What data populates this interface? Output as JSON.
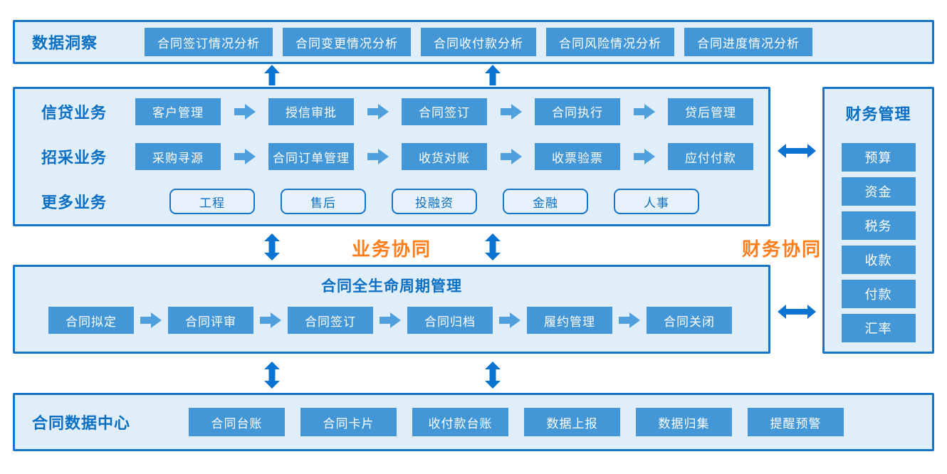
{
  "colors": {
    "section_border_blue": "#1576c9",
    "section_bg_blue": "#e0eefa",
    "button_blue": "#4397d7",
    "title_blue": "#0b6fc4",
    "flow_arrow_blue": "#4fa0dc",
    "connector_arrow_blue": "#0b73d2",
    "collab_orange": "#ff7e1b"
  },
  "insights": {
    "title": "数据洞察",
    "buttons": [
      "合同签订情况分析",
      "合同变更情况分析",
      "合同收付款分析",
      "合同风险情况分析",
      "合同进度情况分析"
    ]
  },
  "business": {
    "rows": [
      {
        "label": "信贷业务",
        "steps": [
          "客户管理",
          "授信审批",
          "合同签订",
          "合同执行",
          "贷后管理"
        ]
      },
      {
        "label": "招采业务",
        "steps": [
          "采购寻源",
          "合同订单管理",
          "收货对账",
          "收票验票",
          "应付付款"
        ]
      },
      {
        "label": "更多业务",
        "tags": [
          "工程",
          "售后",
          "投融资",
          "金融",
          "人事"
        ]
      }
    ]
  },
  "finance": {
    "title": "财务管理",
    "items": [
      "预算",
      "资金",
      "税务",
      "收款",
      "付款",
      "汇率"
    ]
  },
  "collaboration": {
    "business_label": "业务协同",
    "finance_label": "财务协同"
  },
  "lifecycle": {
    "title": "合同全生命周期管理",
    "steps": [
      "合同拟定",
      "合同评审",
      "合同签订",
      "合同归档",
      "履约管理",
      "合同关闭"
    ]
  },
  "data_center": {
    "title": "合同数据中心",
    "buttons": [
      "合同台账",
      "合同卡片",
      "收付款台账",
      "数据上报",
      "数据归集",
      "提醒预警"
    ]
  }
}
